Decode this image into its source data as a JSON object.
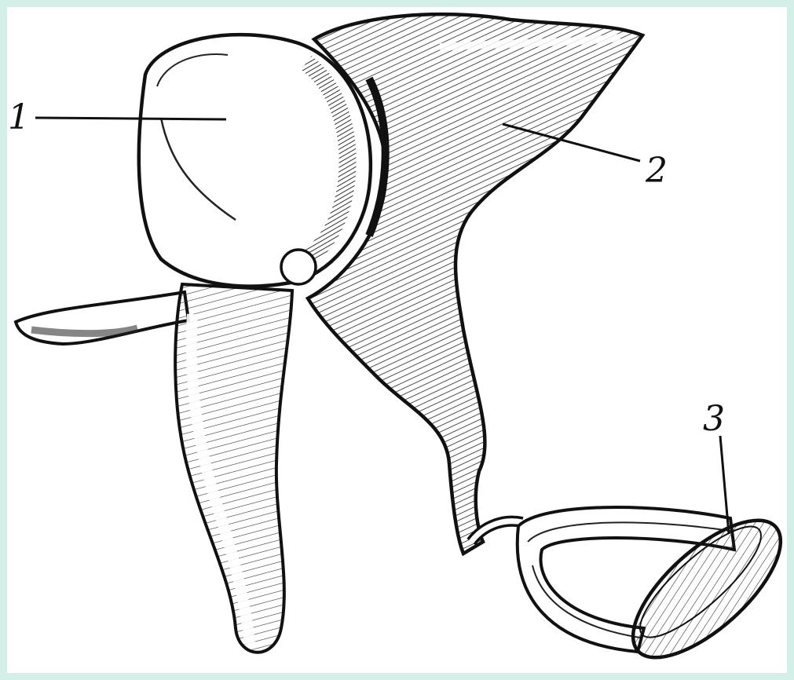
{
  "labels": [
    {
      "id": "1",
      "text": "1"
    },
    {
      "id": "2",
      "text": "2"
    },
    {
      "id": "3",
      "text": "3"
    }
  ],
  "colors": {
    "frame": "#d3efe8",
    "background": "#ffffff",
    "ink": "#111111"
  }
}
